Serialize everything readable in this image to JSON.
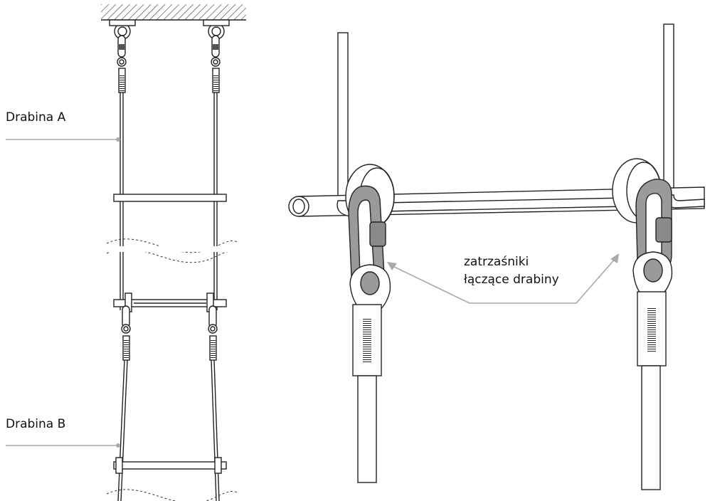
{
  "labels": {
    "ladder_a": "Drabina A",
    "ladder_b": "Drabina B",
    "callout_line1": "zatrzaśniki",
    "callout_line2": "łączące drabiny"
  },
  "colors": {
    "line": "#222222",
    "leader": "#aaaaaa",
    "carabiner_fill": "#9a9a9a",
    "background": "#ffffff"
  }
}
